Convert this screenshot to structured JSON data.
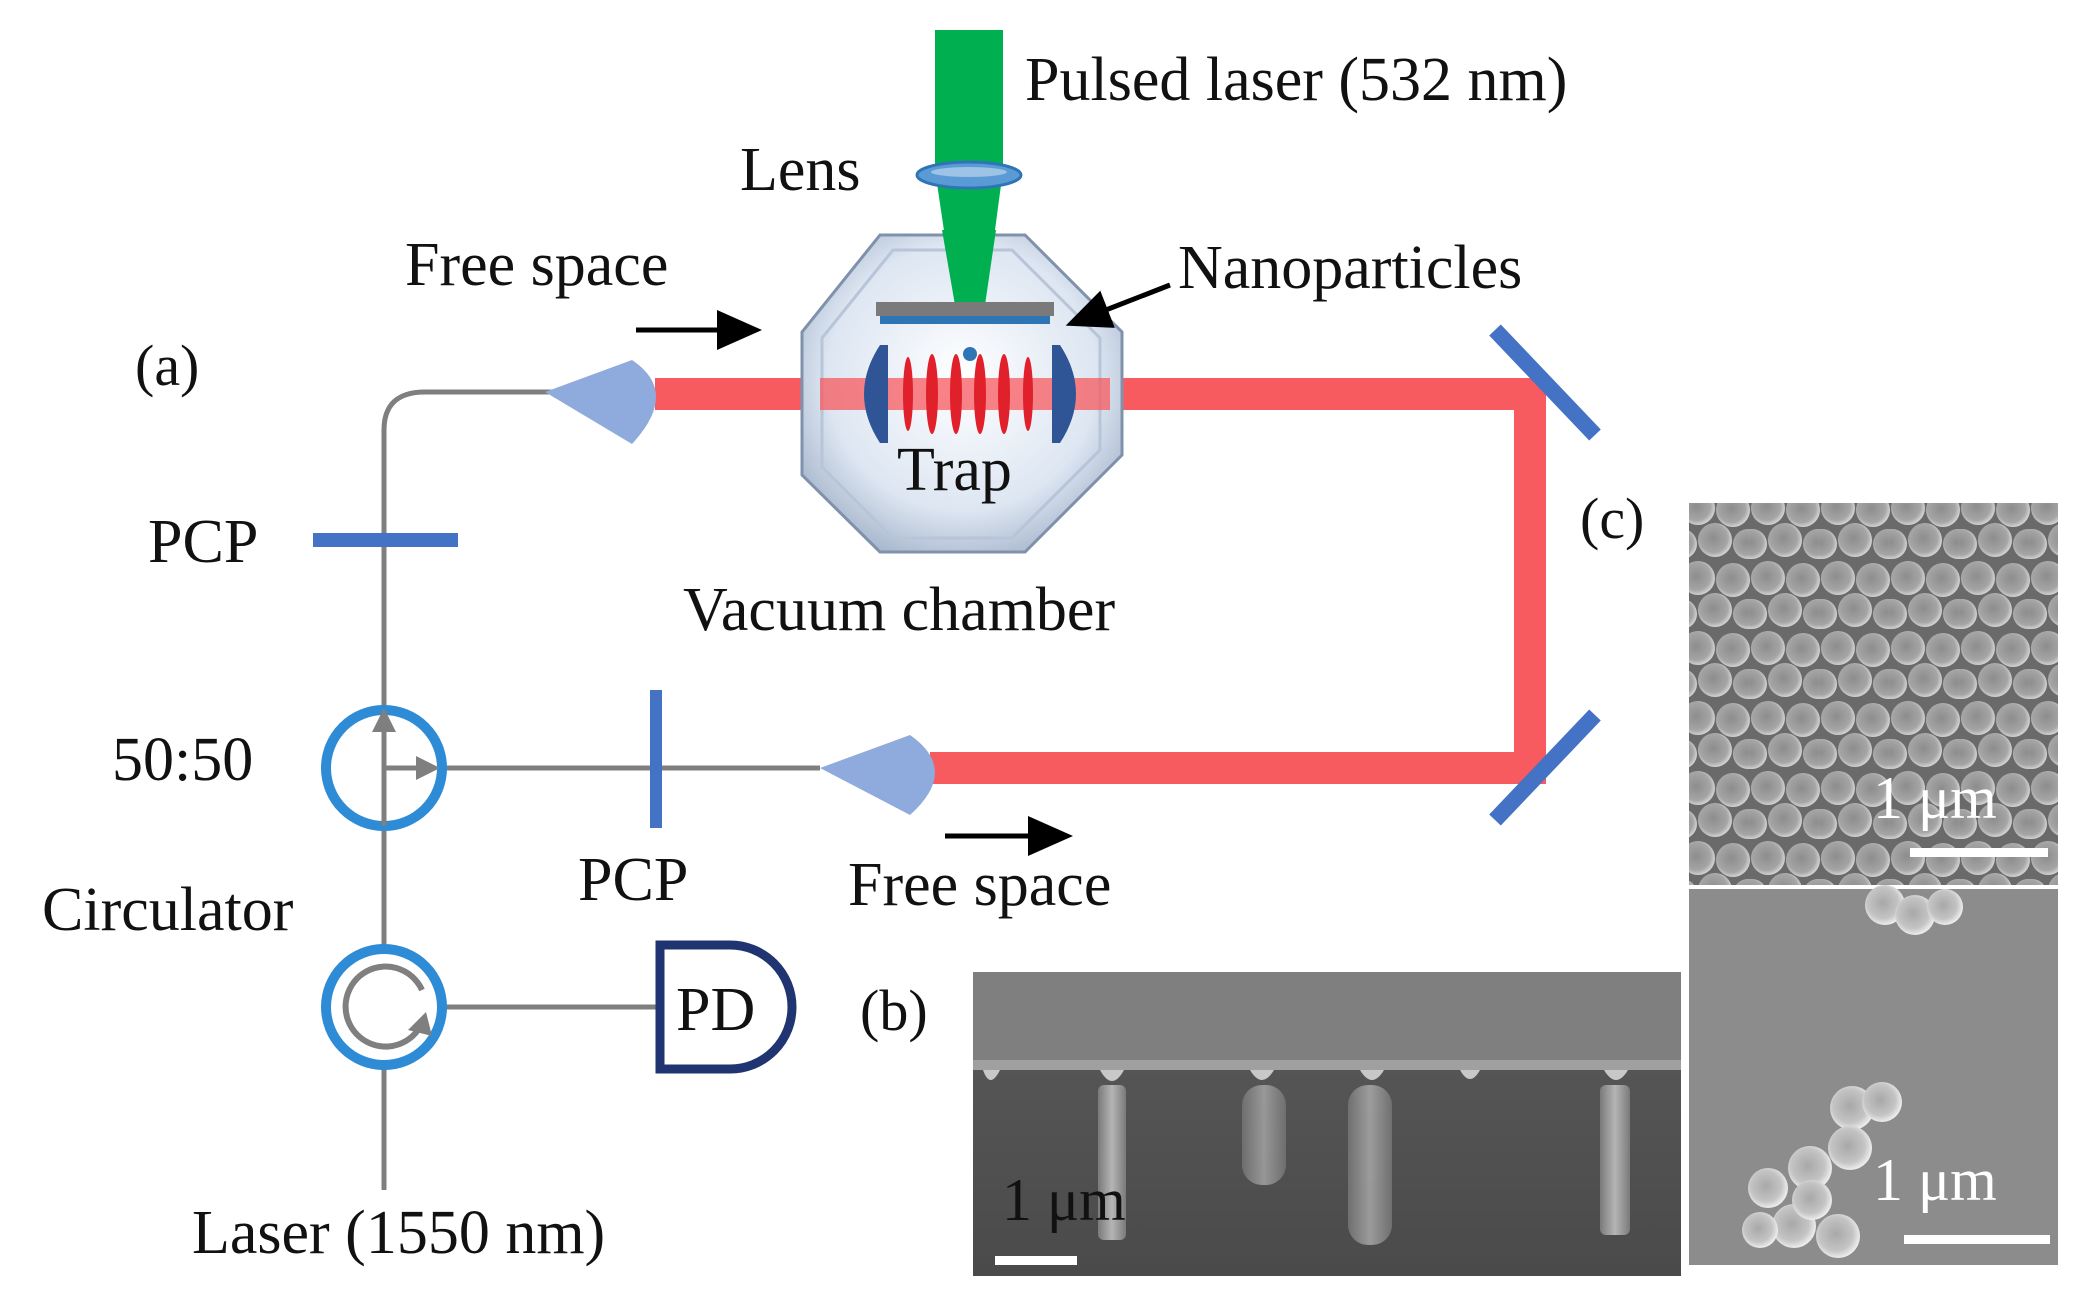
{
  "panels": {
    "a": "(a)",
    "b": "(b)",
    "c": "(c)"
  },
  "labels": {
    "pulsed_laser": "Pulsed laser (532 nm)",
    "lens": "Lens",
    "free_space_top": "Free space",
    "nanoparticles": "Nanoparticles",
    "trap": "Trap",
    "vacuum_chamber": "Vacuum chamber",
    "pcp_left": "PCP",
    "splitter": "50:50",
    "pcp_bottom": "PCP",
    "free_space_bottom": "Free space",
    "circulator": "Circulator",
    "pd": "PD",
    "laser": "Laser (1550 nm)"
  },
  "scale_bars": {
    "b": "1 μm",
    "c_top": "1 μm",
    "c_bottom": "1 μm"
  },
  "colors": {
    "red_beam": "#f75a5f",
    "green_beam": "#00b050",
    "fiber": "#7f7f7f",
    "component_blue": "#4472c4",
    "coupler_blue": "#8faadc",
    "circulator_blue": "#2e8bd6",
    "pd_navy": "#1f3470"
  },
  "icons": [
    "lens-icon",
    "vacuum-chamber-icon",
    "fiber-coupler-icon",
    "mirror-icon",
    "circulator-icon",
    "splitter-icon",
    "photodetector-icon",
    "arrow-right-icon"
  ]
}
